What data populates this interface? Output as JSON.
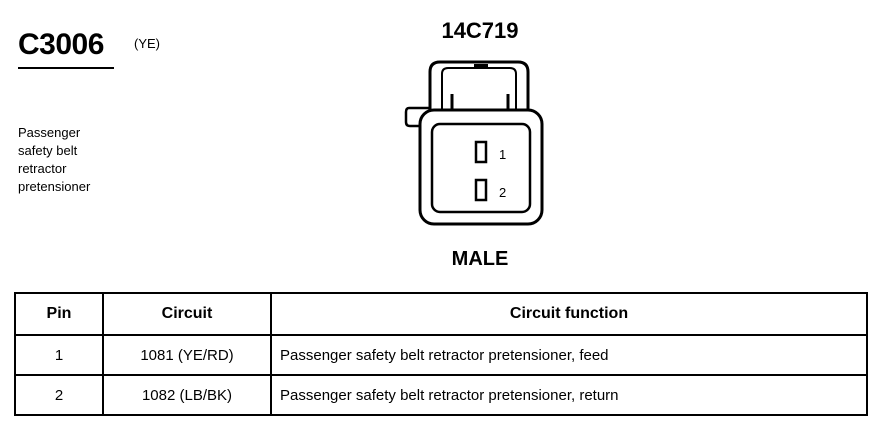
{
  "connector": {
    "id": "C3006",
    "color": "(YE)",
    "part_number": "14C719",
    "gender": "MALE",
    "description_lines": [
      "Passenger",
      "safety belt",
      "retractor",
      "pretensioner"
    ]
  },
  "pins": {
    "labels": [
      "1",
      "2"
    ]
  },
  "table": {
    "headers": [
      "Pin",
      "Circuit",
      "Circuit function"
    ],
    "rows": [
      {
        "pin": "1",
        "circuit": "1081 (YE/RD)",
        "function": "Passenger safety belt retractor pretensioner, feed"
      },
      {
        "pin": "2",
        "circuit": "1082 (LB/BK)",
        "function": "Passenger safety belt retractor pretensioner, return"
      }
    ]
  }
}
